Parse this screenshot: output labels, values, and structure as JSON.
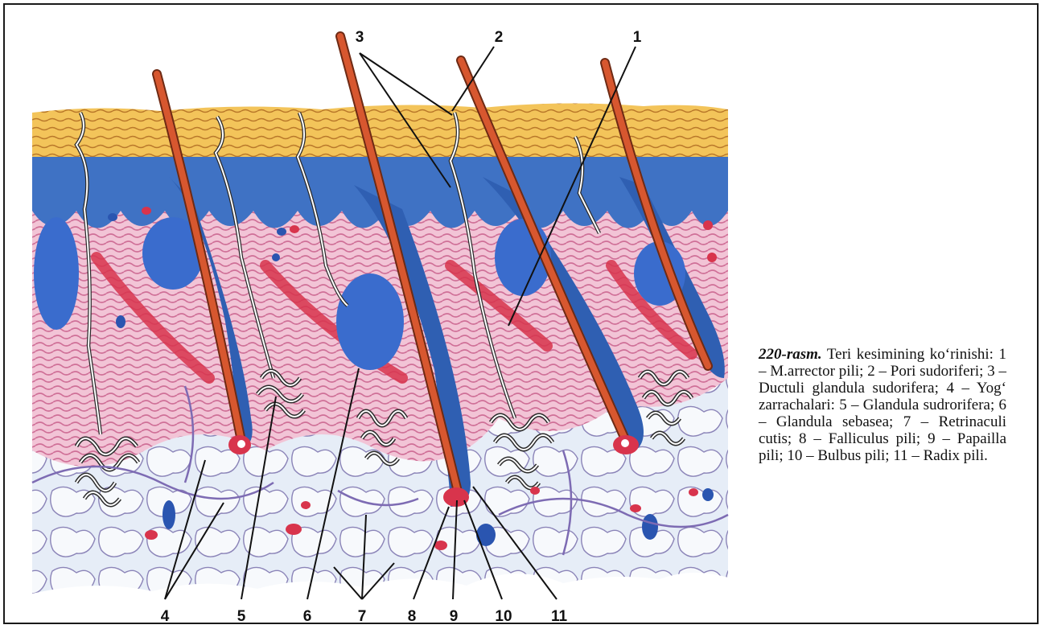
{
  "figure": {
    "callout_numbers": {
      "top": [
        "3",
        "2",
        "1"
      ],
      "bottom": [
        "4",
        "5",
        "6",
        "7",
        "8",
        "9",
        "10",
        "11"
      ]
    }
  },
  "caption": {
    "title": "220-rasm.",
    "subtitle": " Teri kesimining ko‘rinishi:",
    "legend": [
      "1 – M.arrector pili;",
      "2 – Pori sudoriferi;",
      "3 – Ductuli glandula sudorifera;",
      "4 – Yog‘ zarrachalari:",
      "5 – Glandula sudrorifera;",
      "6 – Glandula sebasea;",
      "7 – Retrinaculi cutis;",
      "8 – Falliculus pili;",
      "9 – Papailla pili;",
      "10 – Bulbus pili;",
      "11 – Radix pili."
    ]
  },
  "colors": {
    "stratum_corneum": "#f0b545",
    "epidermis": "#3f72c4",
    "dermis": "#e89ab8",
    "vessel_red": "#d8344c",
    "hypodermis": "#dbe6f3",
    "hair": "#c8452a"
  }
}
